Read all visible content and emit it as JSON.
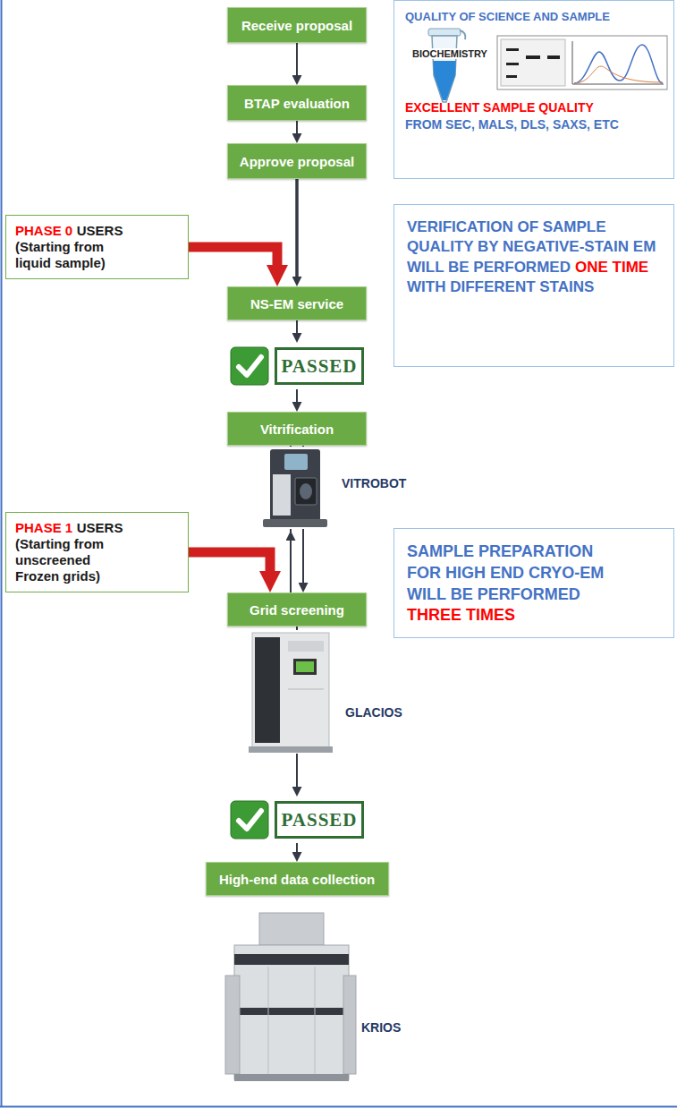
{
  "diagram": {
    "nodes": [
      {
        "text": [
          "Receive proposal"
        ]
      },
      {
        "text": [
          "BTAP evaluation"
        ]
      },
      {
        "text": [
          "Approve proposal"
        ]
      },
      {
        "text": [
          "QUALITY OF SCIENCE AND SAMPLE",
          "BIOCHEMISTRY",
          "EXCELLENT SAMPLE QUALITY",
          "FROM SEC, MALS, DLS, SAXS, ETC"
        ]
      },
      {
        "text": [
          "PHASE 0",
          "USERS",
          "(Starting from liquid sample)"
        ]
      },
      {
        "text": [
          "NS-EM service"
        ]
      },
      {
        "text": [
          "VERIFICATION OF SAMPLE QUALITY BY NEGATIVE-STAIN EM WILL BE PERFORMED",
          "ONE TIME",
          "WITH DIFFERENT STAINS"
        ]
      },
      {
        "text": [
          "PASSED"
        ]
      },
      {
        "text": [
          "Vitrification"
        ]
      },
      {
        "text": [
          "PHASE 1",
          "USERS",
          "(Starting from unscreened Frozen grids)"
        ]
      },
      {
        "text": [
          "SAMPLE PREPARATION FOR HIGH END CRYO-EM WILL BE PERFORMED",
          "THREE TIMES"
        ]
      },
      {
        "text": [
          "Grid screening"
        ]
      },
      {
        "text": [
          "PASSED"
        ]
      },
      {
        "text": [
          "High-end data collection"
        ]
      }
    ],
    "edges": [
      {
        "from": 0,
        "to": 1,
        "arrow": "to"
      },
      {
        "from": 1,
        "to": 2,
        "arrow": "to"
      },
      {
        "from": 2,
        "to": 5,
        "arrow": "to"
      },
      {
        "from": 4,
        "to": 5,
        "arrow": "to"
      },
      {
        "from": 5,
        "to": 7,
        "arrow": "to"
      },
      {
        "from": 7,
        "to": 8,
        "arrow": "to"
      },
      {
        "from": 8,
        "to": 11,
        "arrow": "to"
      },
      {
        "from": 11,
        "to": 8,
        "arrow": "to"
      },
      {
        "from": 9,
        "to": 11,
        "arrow": "to"
      },
      {
        "from": 11,
        "to": 12,
        "arrow": "to"
      },
      {
        "from": 12,
        "to": 13,
        "arrow": "to"
      }
    ],
    "labels": [
      "VITROBOT",
      "GLACIOS",
      "KRIOS"
    ]
  }
}
